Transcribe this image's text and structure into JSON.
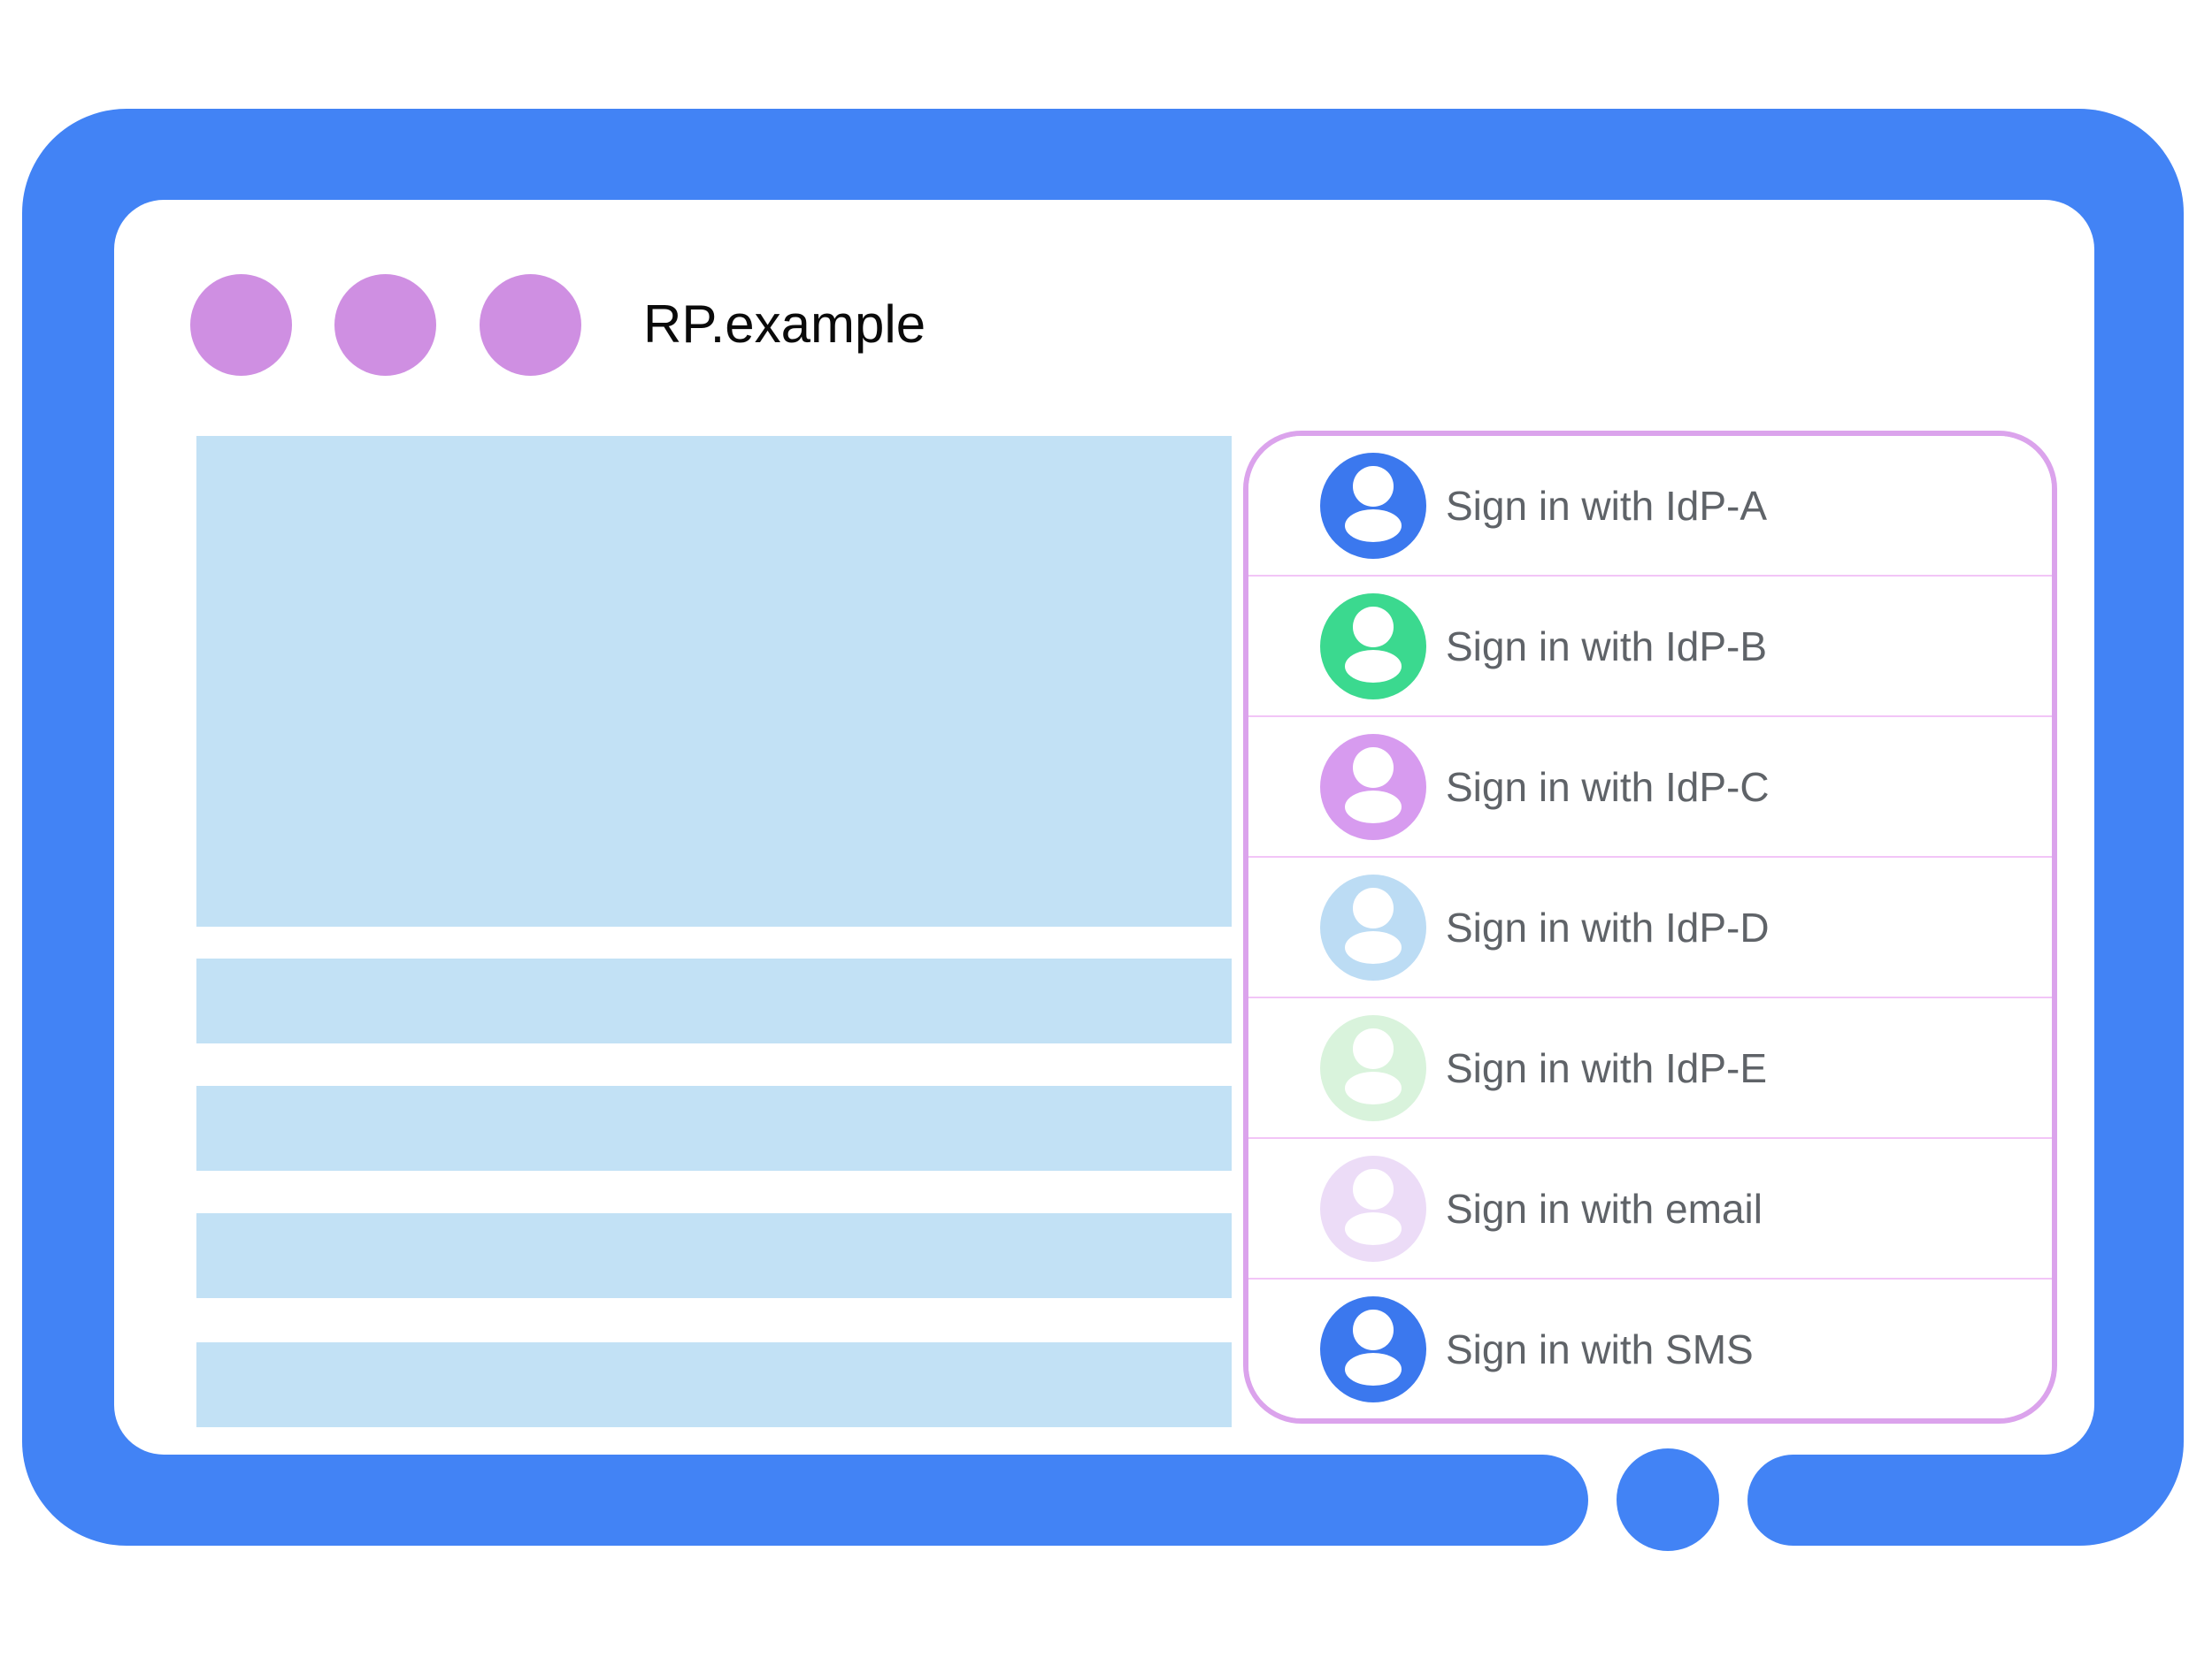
{
  "title": "RP.example",
  "colors": {
    "frame_blue": "#4283f5",
    "window_dot": "#cf8fe2",
    "placeholder_blue": "#c2e1f5",
    "panel_border": "#dba3ec",
    "panel_divider": "#f2c5f7",
    "label_gray": "#5f6368"
  },
  "signin_panel": {
    "options": [
      {
        "label": "Sign in with IdP-A",
        "icon": "user-avatar-icon",
        "avatar_color": "#3b78ee"
      },
      {
        "label": "Sign in with IdP-B",
        "icon": "user-avatar-icon",
        "avatar_color": "#3bd98f"
      },
      {
        "label": "Sign in with IdP-C",
        "icon": "user-avatar-icon",
        "avatar_color": "#d79bef"
      },
      {
        "label": "Sign in with IdP-D",
        "icon": "user-avatar-icon",
        "avatar_color": "#bcdcf4"
      },
      {
        "label": "Sign in with IdP-E",
        "icon": "user-avatar-icon",
        "avatar_color": "#d9f3dc"
      },
      {
        "label": "Sign in with email",
        "icon": "user-avatar-icon",
        "avatar_color": "#ecdcf7"
      },
      {
        "label": "Sign in with SMS",
        "icon": "user-avatar-icon",
        "avatar_color": "#3b78ee"
      }
    ]
  }
}
